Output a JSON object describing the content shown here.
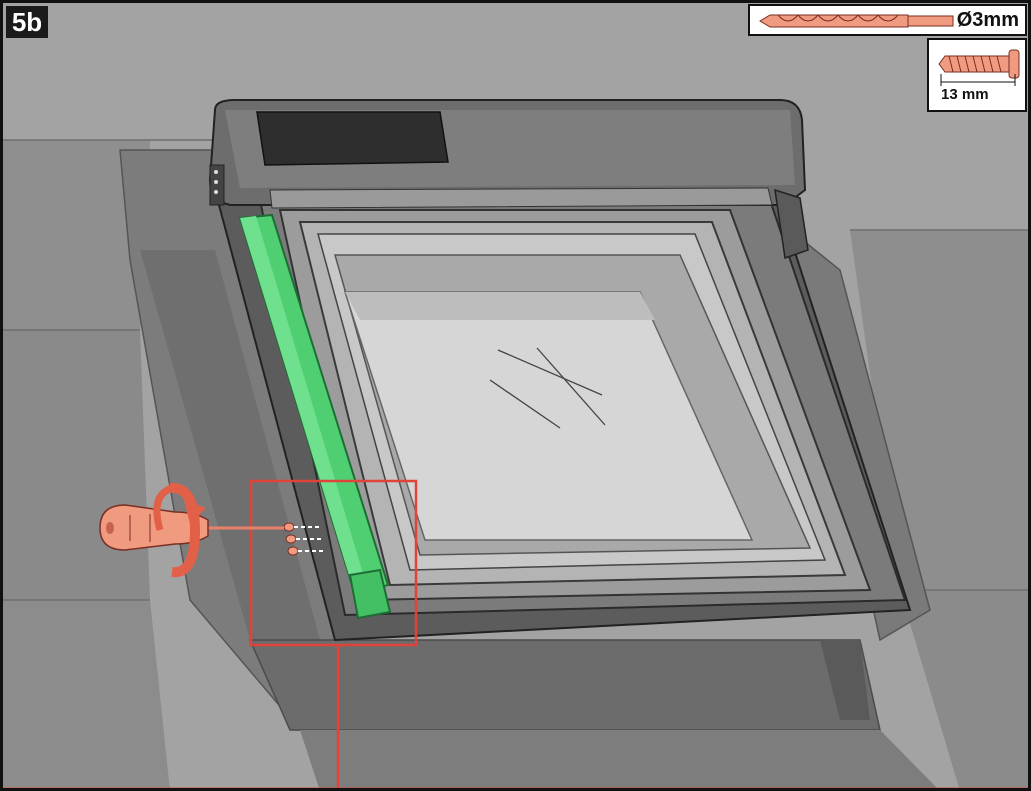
{
  "step": {
    "label": "5b"
  },
  "drill": {
    "diameter_label": "Ø3mm",
    "icon": "drill-bit-icon"
  },
  "screw": {
    "length_label": "13 mm",
    "icon": "screw-icon"
  },
  "tool": {
    "icon": "screwdriver-icon",
    "rotation_icon": "rotate-arrow-icon"
  },
  "highlight": {
    "color": "#4fcf72"
  },
  "callout": {
    "color": "#e0433a"
  }
}
